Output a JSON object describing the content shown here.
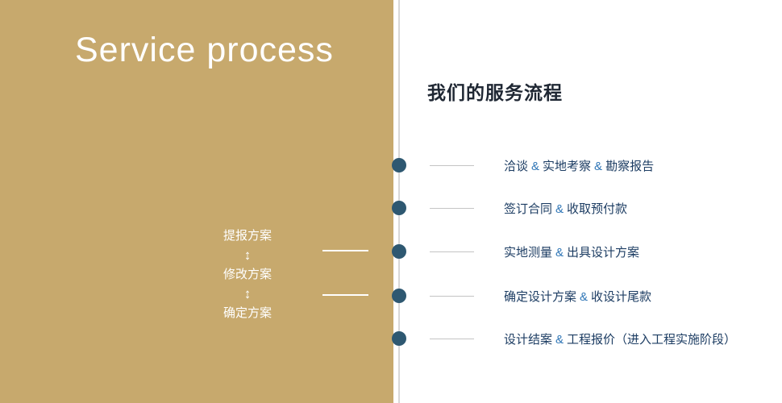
{
  "colors": {
    "gold_panel": "#c7a96d",
    "timeline_dot": "#2e5871",
    "step_text": "#1d3d63",
    "separator_blue": "#2e75b6",
    "heading_text": "#1f2733",
    "connector_gray": "#c4c4c4",
    "white": "#ffffff"
  },
  "left_panel": {
    "title": "Service process",
    "flow": {
      "arrow": "↕",
      "steps": [
        "提报方案",
        "修改方案",
        "确定方案"
      ]
    }
  },
  "right_panel": {
    "heading": "我们的服务流程",
    "separator": "&",
    "steps": [
      {
        "parts": {
          "p1": "洽谈",
          "p2": "实地考察",
          "p3": "勘察报告"
        }
      },
      {
        "parts": {
          "p1": "签订合同",
          "p2": "收取预付款"
        }
      },
      {
        "parts": {
          "p1": "实地测量",
          "p2": "出具设计方案"
        }
      },
      {
        "parts": {
          "p1": "确定设计方案",
          "p2": "收设计尾款"
        }
      },
      {
        "parts": {
          "p1": "设计结案",
          "p2": "工程报价（进入工程实施阶段）"
        }
      }
    ]
  }
}
